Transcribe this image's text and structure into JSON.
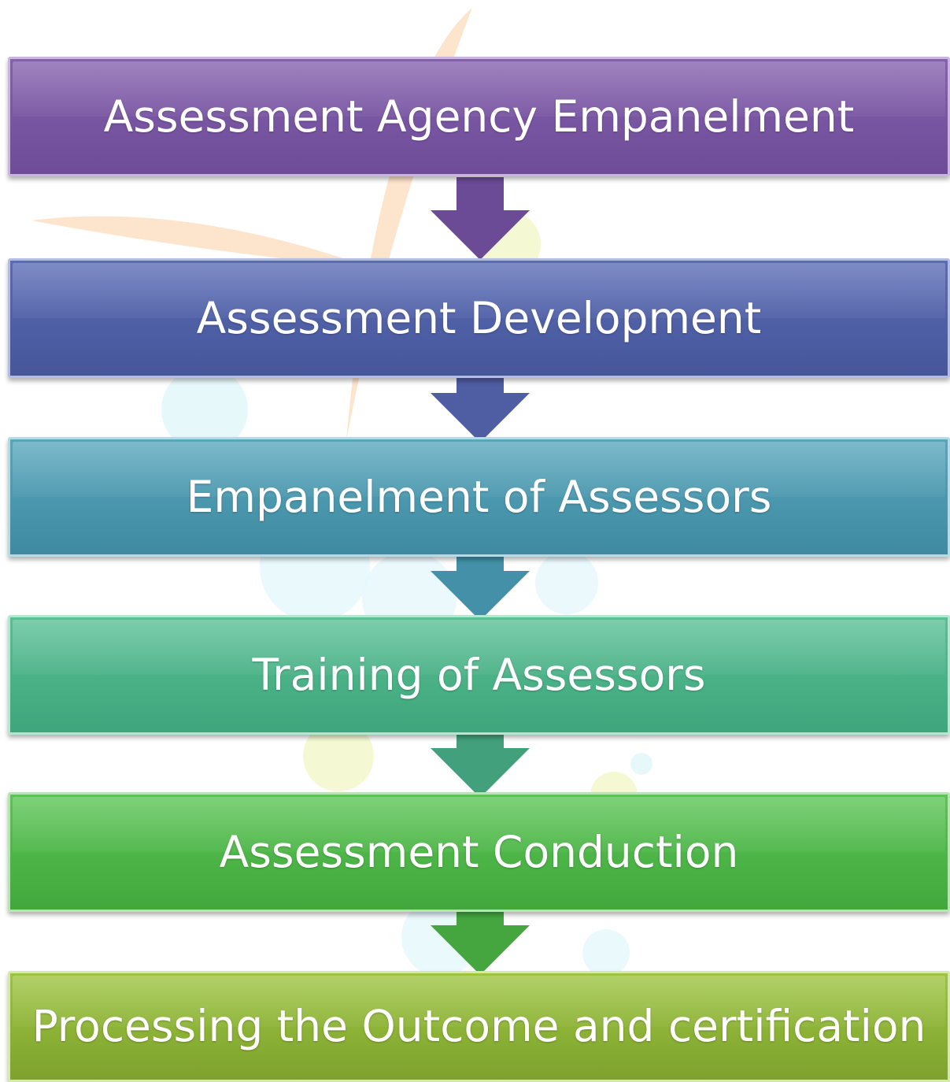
{
  "flow": {
    "steps": [
      {
        "label": "Assessment Agency Empanelment",
        "color_top": "#8460ad",
        "color_bottom": "#6e4c98",
        "edge": "#c9b5e0"
      },
      {
        "label": "Assessment Development",
        "color_top": "#5a6bb5",
        "color_bottom": "#465699",
        "edge": "#b3bde4"
      },
      {
        "label": "Empanelment of Assessors",
        "color_top": "#58a6bc",
        "color_bottom": "#3f8aa1",
        "edge": "#b2dbe6"
      },
      {
        "label": "Training of Assessors",
        "color_top": "#58bf94",
        "color_bottom": "#3fa57c",
        "edge": "#b5e6cf"
      },
      {
        "label": "Assessment Conduction",
        "color_top": "#5ac454",
        "color_bottom": "#42a83d",
        "edge": "#b6e6b0"
      },
      {
        "label": "Processing the Outcome and certification",
        "color_top": "#9cc43f",
        "color_bottom": "#7ea22e",
        "edge": "#d6e9a6"
      }
    ],
    "arrow_colors": [
      "#6b4a96",
      "#4f5da3",
      "#4390a8",
      "#43a07c",
      "#45a63f"
    ]
  }
}
